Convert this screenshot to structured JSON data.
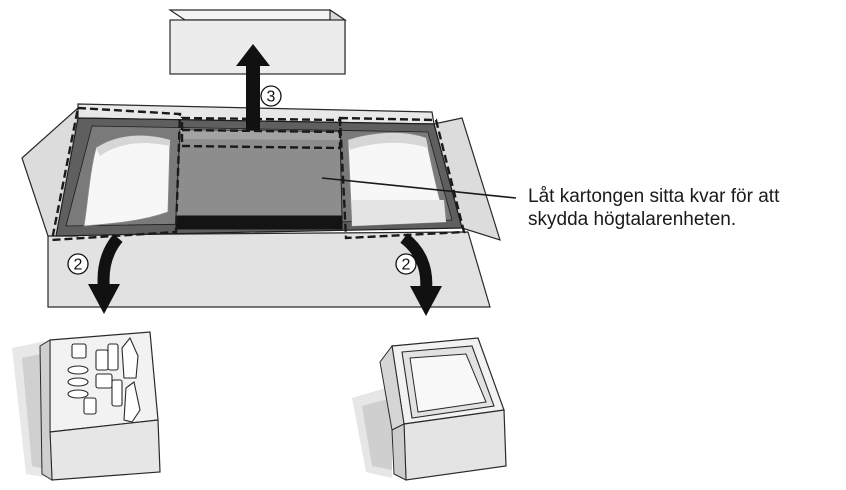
{
  "callout": {
    "line1": "Låt kartongen sitta kvar för att",
    "line2": "skydda högtalarenheten."
  },
  "steps": {
    "left_removal": "2",
    "right_removal": "2",
    "lift_out": "3"
  },
  "colors": {
    "line": "#2a2a2a",
    "flap_fill": "#e6e6e6",
    "box_wall": "#5a5a5a",
    "inner_panel": "#8a8a8a",
    "foam": "#f6f6f6"
  }
}
